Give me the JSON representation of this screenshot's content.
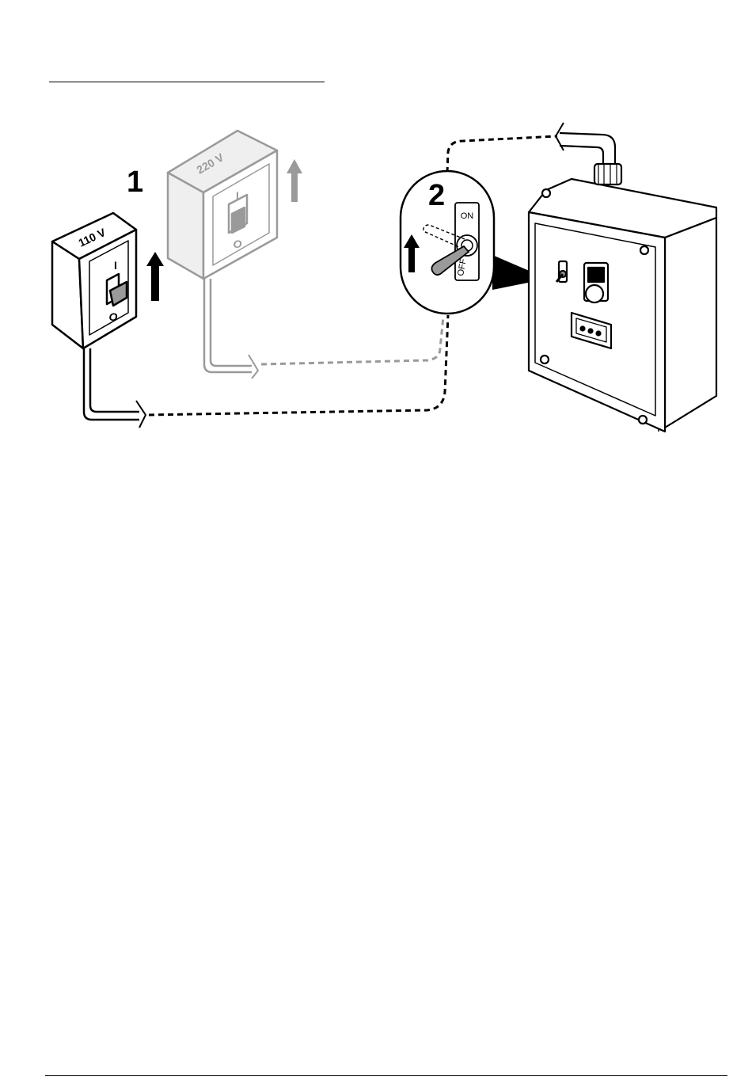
{
  "steps": {
    "one": "1",
    "two": "2"
  },
  "switch_110": {
    "voltage": "110 V",
    "on_mark": "I",
    "off_mark": "O"
  },
  "switch_220": {
    "voltage": "220 V",
    "on_mark": "I",
    "off_mark": "O"
  },
  "toggle": {
    "on_label": "ON",
    "off_label": "OFF"
  },
  "colors": {
    "line": "#000000",
    "grey": "#9a9a9a",
    "grey_fill": "#efefef"
  }
}
